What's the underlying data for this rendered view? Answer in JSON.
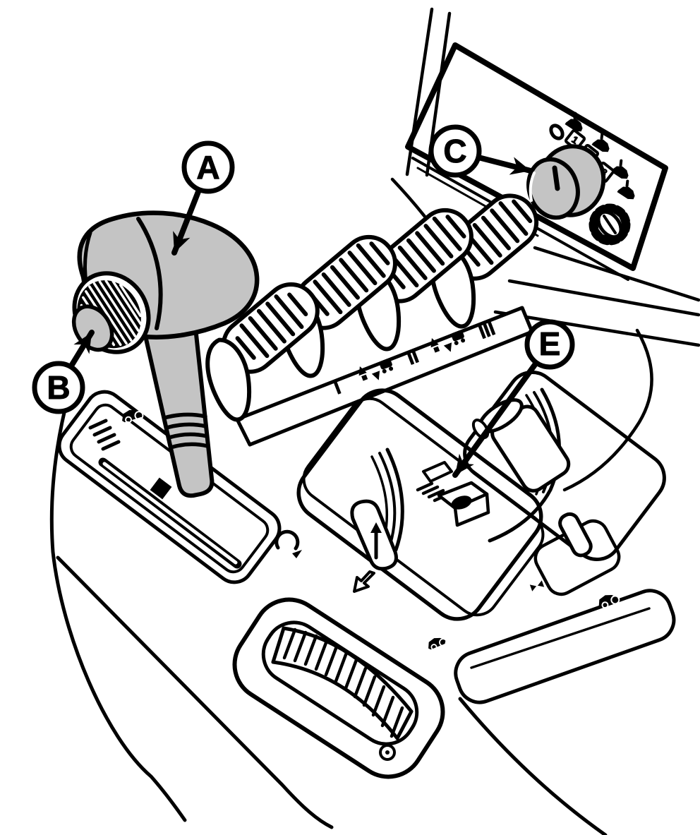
{
  "figure": {
    "kind": "technical-line-drawing",
    "subject": "operator console with gear shift lever, control levers, rotary knob panel and thumbwheel",
    "colors": {
      "background": "#ffffff",
      "line": "#000000",
      "gray_fill": "#c4c4c4"
    }
  },
  "callouts": {
    "a": {
      "label": "A",
      "target": "gear-shift-lever-knob"
    },
    "b": {
      "label": "B",
      "target": "knob-ribbed-collar"
    },
    "c": {
      "label": "C",
      "target": "rotary-selector-knob"
    },
    "e": {
      "label": "E",
      "target": "console-button"
    }
  },
  "panel": {
    "positions": [
      "1",
      "2",
      "3"
    ],
    "icons": [
      "indicator-oval",
      "implement-icon",
      "implement-icon",
      "implement-icon",
      "implement-icon",
      "pto-gear-icon"
    ]
  },
  "decal": {
    "labels": [
      "I",
      "II",
      "III"
    ]
  }
}
